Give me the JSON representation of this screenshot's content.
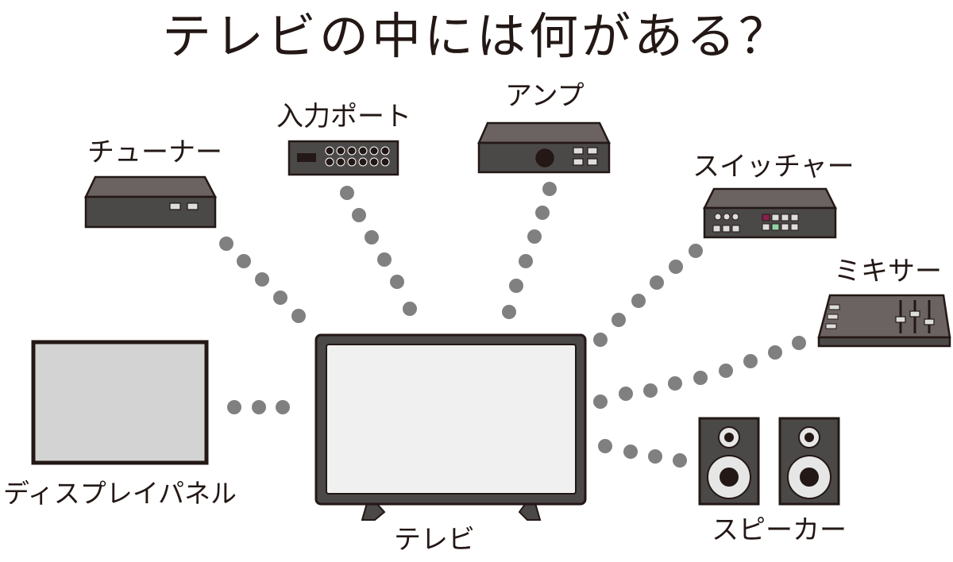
{
  "title": "テレビの中には何がある？",
  "center": {
    "label": "テレビ"
  },
  "components": {
    "tuner": "チューナー",
    "input_port": "入力ポート",
    "amp": "アンプ",
    "switcher": "スイッチャー",
    "mixer": "ミキサー",
    "display_panel": "ディスプレイパネル",
    "speaker": "スピーカー"
  },
  "colors": {
    "device_dark": "#4b4848",
    "device_top": "#6b6362",
    "outline": "#231815",
    "dot": "#808080",
    "screen": "#f0f0f0",
    "panel_screen": "#d3d3d3"
  }
}
